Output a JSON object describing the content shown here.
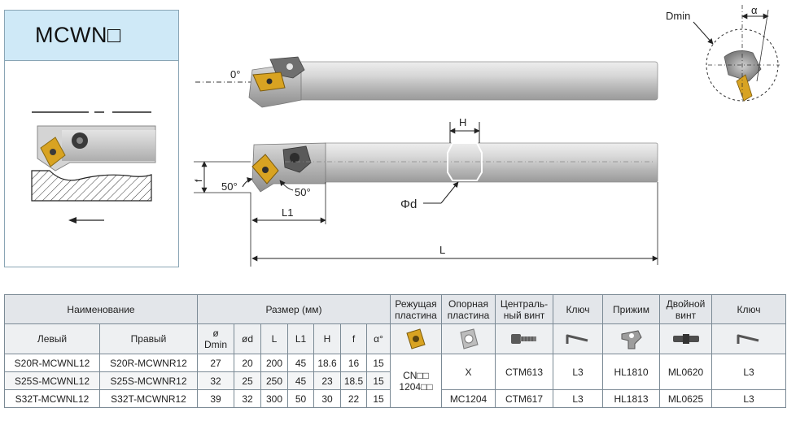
{
  "product": {
    "code": "MCWN□"
  },
  "drawing": {
    "angle_zero": "0°",
    "angle_50_left": "50°",
    "angle_50_right": "50°",
    "dim_f": "f",
    "dim_H": "H",
    "dim_d": "Φd",
    "dim_L1": "L1",
    "dim_L": "L",
    "dim_Dmin": "Dmin",
    "dim_alpha": "α"
  },
  "table": {
    "group_headers": {
      "name": "Наименование",
      "size": "Размер (мм)",
      "insert": "Режущая пластина",
      "shim": "Опорная пластина",
      "center_screw": "Централь-ный винт",
      "key1": "Ключ",
      "clamp": "Прижим",
      "double_screw": "Двойной винт",
      "key2": "Ключ"
    },
    "columns": {
      "left": "Левый",
      "right": "Правый",
      "dmin_sym": "ø",
      "dmin_label": "Dmin",
      "d": "ød",
      "L": "L",
      "L1": "L1",
      "H": "H",
      "f": "f",
      "alpha": "α°"
    },
    "rows": [
      {
        "left": "S20R-MCWNL12",
        "right": "S20R-MCWNR12",
        "dmin": "27",
        "d": "20",
        "L": "200",
        "L1": "45",
        "H": "18.6",
        "f": "16",
        "alpha": "15"
      },
      {
        "left": "S25S-MCWNL12",
        "right": "S25S-MCWNR12",
        "dmin": "32",
        "d": "25",
        "L": "250",
        "L1": "45",
        "H": "23",
        "f": "18.5",
        "alpha": "15"
      },
      {
        "left": "S32T-MCWNL12",
        "right": "S32T-MCWNR12",
        "dmin": "39",
        "d": "32",
        "L": "300",
        "L1": "50",
        "H": "30",
        "f": "22",
        "alpha": "15"
      }
    ],
    "insert_code_line1": "CN□□",
    "insert_code_line2": "1204□□",
    "parts_row_1_2": {
      "shim": "X",
      "center_screw": "CTM613",
      "key1": "L3",
      "clamp": "HL1810",
      "double_screw": "ML0620",
      "key2": "L3"
    },
    "parts_row_3": {
      "shim": "MC1204",
      "center_screw": "CTM617",
      "key1": "L3",
      "clamp": "HL1813",
      "double_screw": "ML0625",
      "key2": "L3"
    }
  },
  "colors": {
    "title_bg": "#cfe9f7",
    "insert_gold": "#d8a322",
    "bar_steel": "#c9c9c9",
    "header_bg": "#e3e6ea"
  }
}
